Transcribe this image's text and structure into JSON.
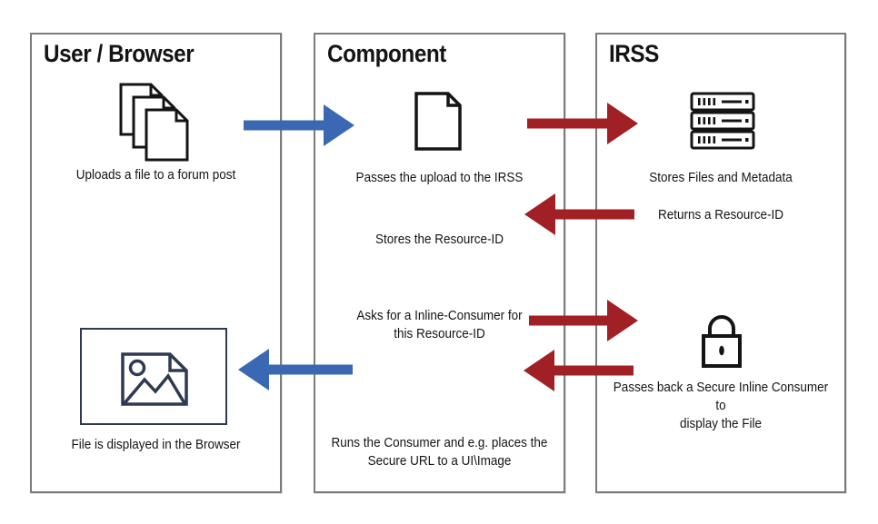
{
  "diagram": {
    "columns": [
      {
        "id": "user-browser",
        "title": "User / Browser"
      },
      {
        "id": "component",
        "title": "Component"
      },
      {
        "id": "irss",
        "title": "IRSS"
      }
    ],
    "steps": {
      "uploads": "Uploads a file to a forum post",
      "passes_upload": "Passes the upload to the IRSS",
      "stores_files": "Stores Files and Metadata",
      "returns_resource_id": "Returns a Resource-ID",
      "stores_resource_id": "Stores the Resource-ID",
      "asks_consumer": "Asks for a Inline-Consumer for\nthis Resource-ID",
      "passes_back": "Passes back a Secure Inline Consumer to\ndisplay the File",
      "file_displayed": "File is displayed in the Browser",
      "runs_consumer": "Runs the Consumer and e.g. places the\nSecure URL to a UI\\Image"
    },
    "icons": {
      "files": "files-icon",
      "document": "document-icon",
      "server": "server-icon",
      "lock": "lock-icon",
      "image": "image-icon"
    },
    "colors": {
      "arrow_blue": "#3B68B2",
      "arrow_red": "#A02025",
      "box_border": "#7B7B7B",
      "icon_black": "#141414",
      "image_icon_navy": "#2E3A50",
      "text": "#141414"
    }
  }
}
